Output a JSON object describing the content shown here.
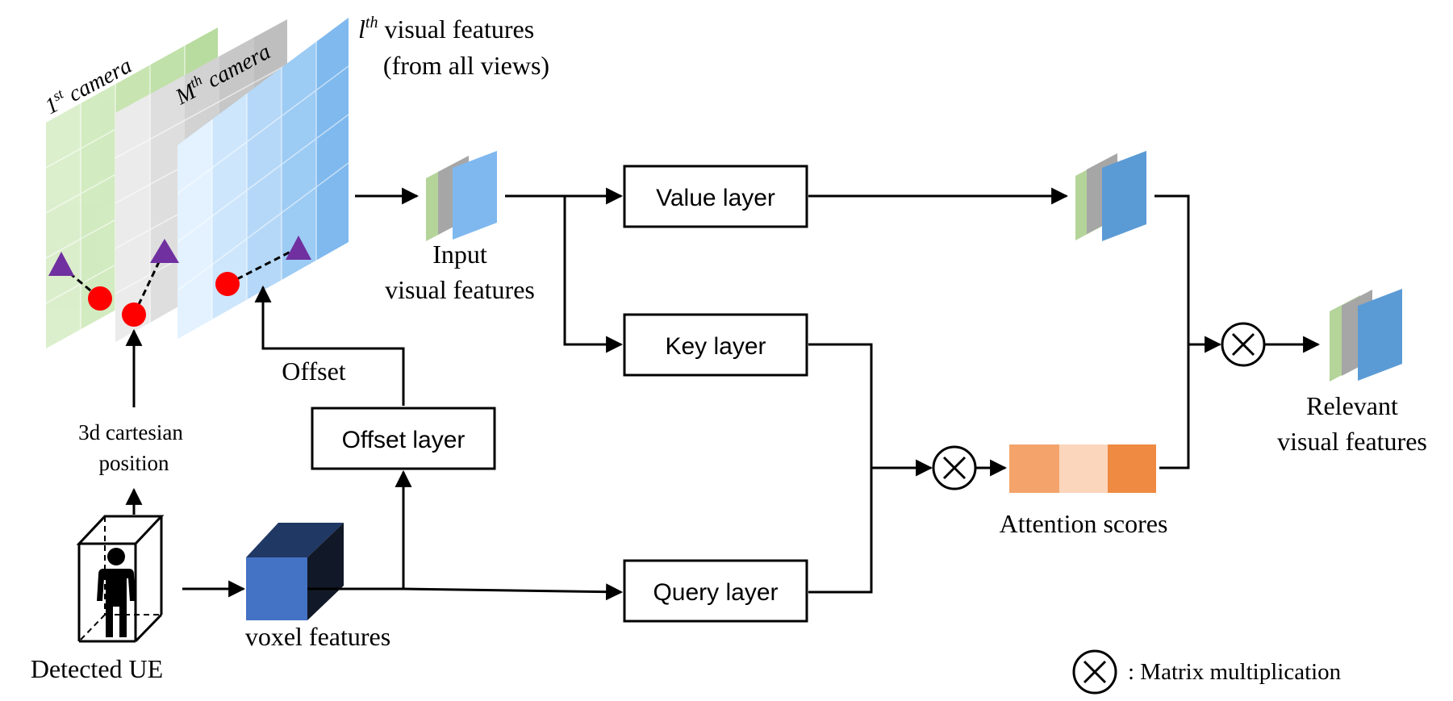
{
  "labels": {
    "first_camera": "1",
    "first_camera_sup": "st",
    "first_camera_suffix": " camera",
    "mth_camera": "M",
    "mth_camera_sup": "th",
    "mth_camera_suffix": " camera",
    "lth_features_l": "l",
    "lth_features_sup": "th",
    "lth_features_suffix": " visual features",
    "lth_features_line2": "(from all views)",
    "input_features_line1": "Input",
    "input_features_line2": "visual features",
    "offset": "Offset",
    "cartesian_line1": "3d cartesian",
    "cartesian_line2": "position",
    "detected_ue": "Detected UE",
    "voxel_features": "voxel features",
    "attention_scores": "Attention scores",
    "relevant_line1": "Relevant",
    "relevant_line2": "visual features",
    "legend_text": ": Matrix multiplication"
  },
  "layers": {
    "value": "Value layer",
    "key": "Key layer",
    "query": "Query layer",
    "offset": "Offset layer"
  },
  "colors": {
    "green_camera": "#c6e3b0",
    "gray_camera": "#d9d9d9",
    "blue_camera": "#9fcbf4",
    "marker_red": "#ff0000",
    "marker_purple": "#7030a0",
    "voxel_front": "#4472c4",
    "voxel_top": "#203864",
    "voxel_side": "#111827",
    "attention_1": "#f4a46a",
    "attention_2": "#fbd5bc",
    "attention_3": "#ef8a42",
    "stack_green": "#b4d49a",
    "stack_gray": "#a6a6a6",
    "stack_blue": "#5b9bd5"
  }
}
